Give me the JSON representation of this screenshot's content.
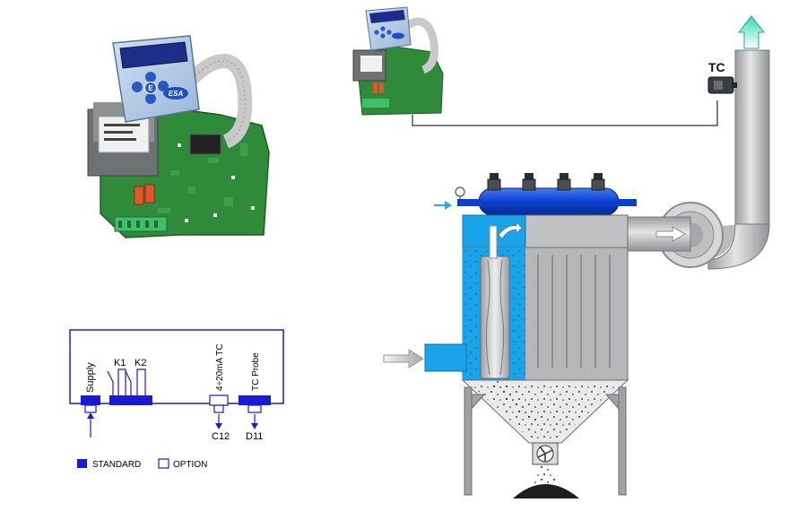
{
  "connector_diagram": {
    "labels": {
      "supply": "Supply",
      "k1": "K1",
      "k2": "K2",
      "ma_tc": "4÷20mA TC",
      "tc_probe": "TC Probe",
      "c12": "C12",
      "d11": "D11"
    },
    "legend": {
      "standard": "STANDARD",
      "option": "OPTION"
    }
  },
  "device_panel": {
    "brand": "ESA",
    "center_key": "E"
  },
  "filter_plant": {
    "sensor_label": "TC"
  },
  "colors": {
    "blue": "#1a1ad6",
    "pcb_green": "#2f8a3a",
    "chamber_blue": "#1aa3e8",
    "steel": "#b4b6b8",
    "duct": "#c8c9cb"
  }
}
